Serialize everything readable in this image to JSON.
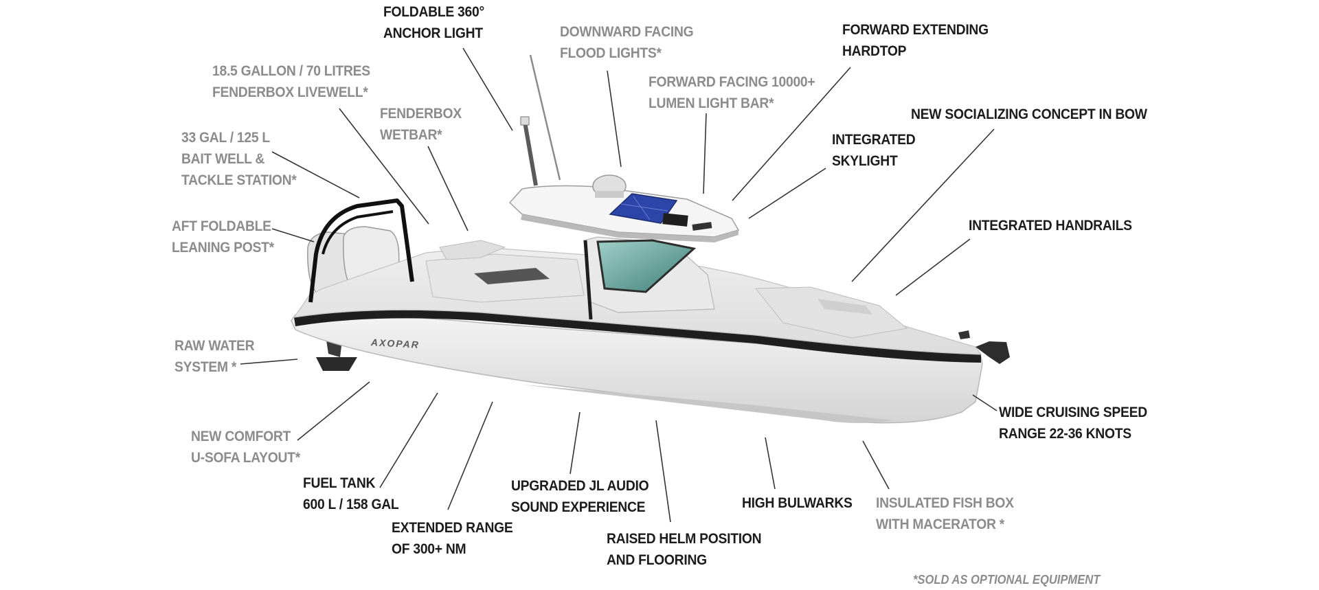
{
  "colors": {
    "standard_text": "#1c1c1c",
    "optional_text": "#8c8c8c",
    "leader": "#333333"
  },
  "callouts": [
    {
      "id": "anchor-light",
      "optional": false,
      "lines": [
        "FOLDABLE 360°",
        "ANCHOR LIGHT"
      ]
    },
    {
      "id": "flood-lights",
      "optional": true,
      "lines": [
        "DOWNWARD FACING",
        "FLOOD LIGHTS*"
      ]
    },
    {
      "id": "hardtop",
      "optional": false,
      "lines": [
        "FORWARD EXTENDING",
        "HARDTOP"
      ]
    },
    {
      "id": "livewell",
      "optional": true,
      "lines": [
        "18.5 GALLON / 70 LITRES",
        "FENDERBOX LIVEWELL*"
      ]
    },
    {
      "id": "light-bar",
      "optional": true,
      "lines": [
        "FORWARD FACING 10000+",
        "LUMEN LIGHT BAR*"
      ]
    },
    {
      "id": "wetbar",
      "optional": true,
      "lines": [
        "FENDERBOX",
        "WETBAR*"
      ]
    },
    {
      "id": "socializing",
      "optional": false,
      "lines": [
        "NEW SOCIALIZING CONCEPT IN BOW"
      ]
    },
    {
      "id": "bait-well",
      "optional": true,
      "lines": [
        "33 GAL / 125 L",
        "BAIT WELL &",
        "TACKLE STATION*"
      ]
    },
    {
      "id": "skylight",
      "optional": false,
      "lines": [
        "INTEGRATED",
        "SKYLIGHT"
      ]
    },
    {
      "id": "leaning-post",
      "optional": true,
      "lines": [
        "AFT FOLDABLE",
        "LEANING POST*"
      ]
    },
    {
      "id": "handrails",
      "optional": false,
      "lines": [
        "INTEGRATED HANDRAILS"
      ]
    },
    {
      "id": "raw-water",
      "optional": true,
      "lines": [
        "RAW WATER",
        "SYSTEM *"
      ]
    },
    {
      "id": "cruising-speed",
      "optional": false,
      "lines": [
        "WIDE CRUISING SPEED",
        "RANGE 22-36 KNOTS"
      ]
    },
    {
      "id": "u-sofa",
      "optional": true,
      "lines": [
        "NEW COMFORT",
        "U-SOFA LAYOUT*"
      ]
    },
    {
      "id": "fuel-tank",
      "optional": false,
      "lines": [
        "FUEL TANK",
        "600 L / 158 GAL"
      ]
    },
    {
      "id": "audio",
      "optional": false,
      "lines": [
        "UPGRADED JL AUDIO",
        "SOUND EXPERIENCE"
      ]
    },
    {
      "id": "bulwarks",
      "optional": false,
      "lines": [
        "HIGH BULWARKS"
      ]
    },
    {
      "id": "fish-box",
      "optional": true,
      "lines": [
        "INSULATED FISH BOX",
        "WITH MACERATOR *"
      ]
    },
    {
      "id": "range",
      "optional": false,
      "lines": [
        "EXTENDED RANGE",
        "OF 300+ NM"
      ]
    },
    {
      "id": "helm",
      "optional": false,
      "lines": [
        "RAISED HELM POSITION",
        "AND FLOORING"
      ]
    }
  ],
  "hull_logo_text": "AXOPAR",
  "footnote": "*SOLD AS OPTIONAL EQUIPMENT"
}
